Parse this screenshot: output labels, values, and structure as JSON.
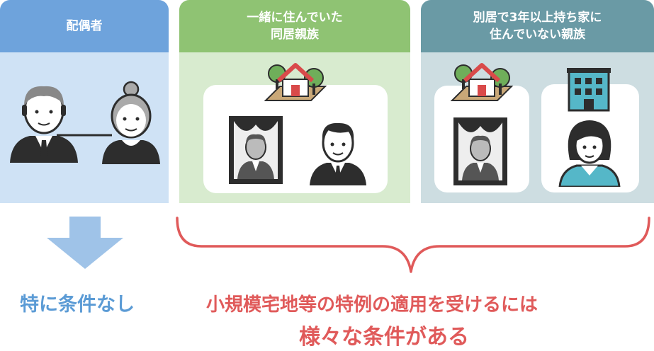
{
  "panels": [
    {
      "title_lines": [
        "配偶者"
      ],
      "color": "#6ea3dc",
      "bg": "#cfe2f5"
    },
    {
      "title_lines": [
        "一緒に住んでいた",
        "同居親族"
      ],
      "color": "#8fc373",
      "bg": "#d8ebcf"
    },
    {
      "title_lines": [
        "別居で3年以上持ち家に",
        "住んでいない親族"
      ],
      "color": "#6a9aa5",
      "bg": "#cddde1"
    }
  ],
  "captions": {
    "spouse": "特に条件なし",
    "others_line1": "小規模宅地等の特例の適用を受けるには",
    "others_line2": "様々な条件がある"
  },
  "colors": {
    "blue_text": "#5b9bd5",
    "red_text": "#e05a5a",
    "arrow": "#9fc3e8",
    "brace": "#e05a5a"
  },
  "icons": [
    "elderly-man-icon",
    "elderly-woman-icon",
    "house-with-trees-icon",
    "memorial-portrait-icon",
    "adult-man-icon",
    "apartment-building-icon",
    "adult-woman-icon",
    "down-arrow-icon",
    "curly-brace"
  ]
}
